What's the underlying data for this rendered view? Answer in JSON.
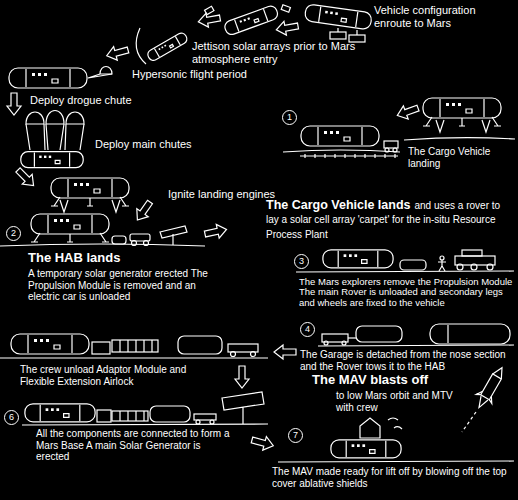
{
  "diagram": {
    "labels": [
      "Vehicle configuration enroute to Mars",
      "Jettison solar arrays prior to Mars atmosphere entry",
      "Hypersonic flight period",
      "Deploy drogue chute",
      "Deploy main chutes",
      "Ignite landing engines",
      "The Cargo Vehicle landing",
      "1",
      "The Cargo Vehicle lands",
      "and uses a rover to lay a solar cell array 'carpet' for the in-situ Resource Process Plant",
      "3",
      "The Mars explorers remove the Propulsion Module The main Rover is unloaded and secondary legs and wheels are fixed to the vehicle",
      "2",
      "The HAB lands",
      "A temporary solar generator erected The Propulsion Module is removed and an electric car is unloaded",
      "4",
      "The Garage is detached from the nose section and the Rover tows it to the HAB",
      "The crew unload Adaptor Module and Flexible Extension Airlock",
      "6",
      "All the components are connected to form a Mars Base A main Solar Generator is erected",
      "7",
      "The MAV blasts off",
      "to low Mars orbit and MTV with crew",
      "The MAV made ready for lift off by blowing off the top cover ablative shields"
    ]
  }
}
